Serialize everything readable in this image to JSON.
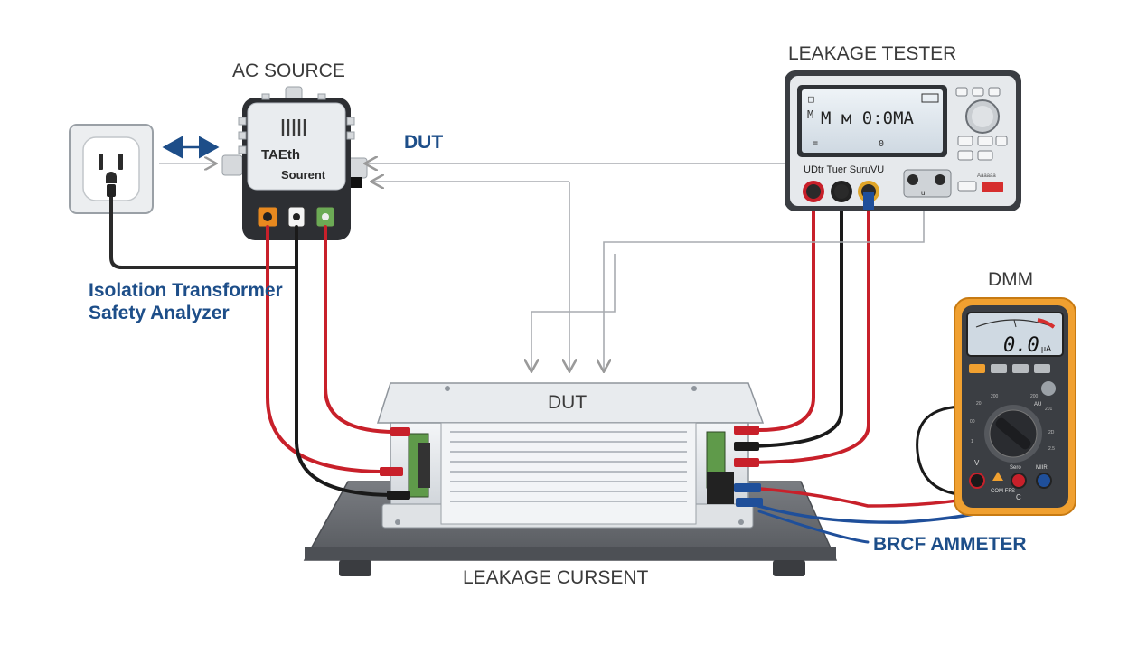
{
  "labels": {
    "ac_source": "AC SOURCE",
    "leakage_tester": "LEAKAGE TESTER",
    "dut_top": "DUT",
    "dut_device": "DUT",
    "dmm": "DMM",
    "isolation_line1": "Isolation Transformer",
    "isolation_line2": "Safety Analyzer",
    "brcf_ammeter": "BRCF AMMETER",
    "leakage_current": "LEAKAGE CURSENT"
  },
  "ac_source_device": {
    "text1": "TAEth",
    "text2": "Sourent"
  },
  "leakage_tester_device": {
    "display_main": "М м 0:0MA",
    "display_mu": "M",
    "display_top_left": "□",
    "display_bottom_left": "=",
    "display_bottom_mid": "0",
    "port_label": "UDtr Tuer SuruVU",
    "small_label": "u",
    "button_label": "Aaaaaa"
  },
  "dmm_device": {
    "reading": "0.0",
    "unit": "µA",
    "label_v": "V",
    "label_com": "COM FFS",
    "label_c": "C",
    "label_sero": "Sero",
    "label_mir": "MIIR",
    "label_au": "AU"
  },
  "colors": {
    "title_blue": "#1d4e89",
    "label_gray": "#3a3a3a",
    "wire_red": "#c8202a",
    "wire_black": "#1a1a1a",
    "wire_blue": "#1f4f9a",
    "dmm_orange": "#f0a030"
  }
}
